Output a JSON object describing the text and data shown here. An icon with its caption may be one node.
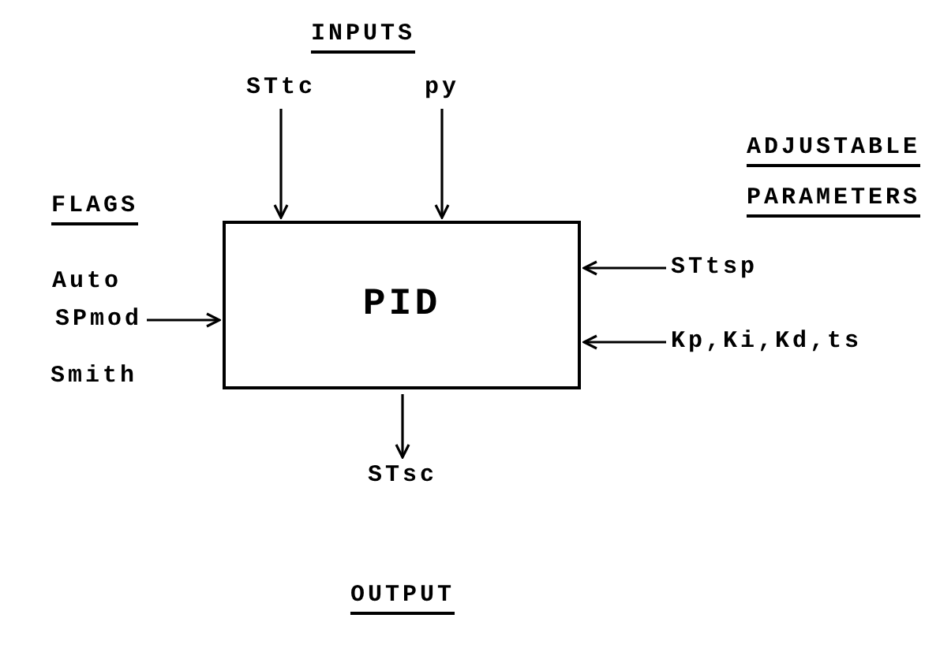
{
  "diagram": {
    "nodes": [
      {
        "text": [
          "PID"
        ]
      },
      {
        "text": [
          "STtc"
        ]
      },
      {
        "text": [
          "py"
        ]
      },
      {
        "text": [
          "SPmod"
        ]
      },
      {
        "text": [
          "STtsp"
        ]
      },
      {
        "text": [
          "Kp,Ki,Kd,ts"
        ]
      },
      {
        "text": [
          "STsc"
        ]
      }
    ],
    "edges": [
      {
        "from": 1,
        "to": 0,
        "arrow": "to"
      },
      {
        "from": 2,
        "to": 0,
        "arrow": "to"
      },
      {
        "from": 3,
        "to": 0,
        "arrow": "to"
      },
      {
        "from": 4,
        "to": 0,
        "arrow": "to"
      },
      {
        "from": 5,
        "to": 0,
        "arrow": "to"
      },
      {
        "from": 0,
        "to": 6,
        "arrow": "to"
      }
    ],
    "labels": [
      "INPUTS",
      "FLAGS",
      "ADJUSTABLE PARAMETERS",
      "Auto",
      "Smith",
      "OUTPUT"
    ]
  }
}
